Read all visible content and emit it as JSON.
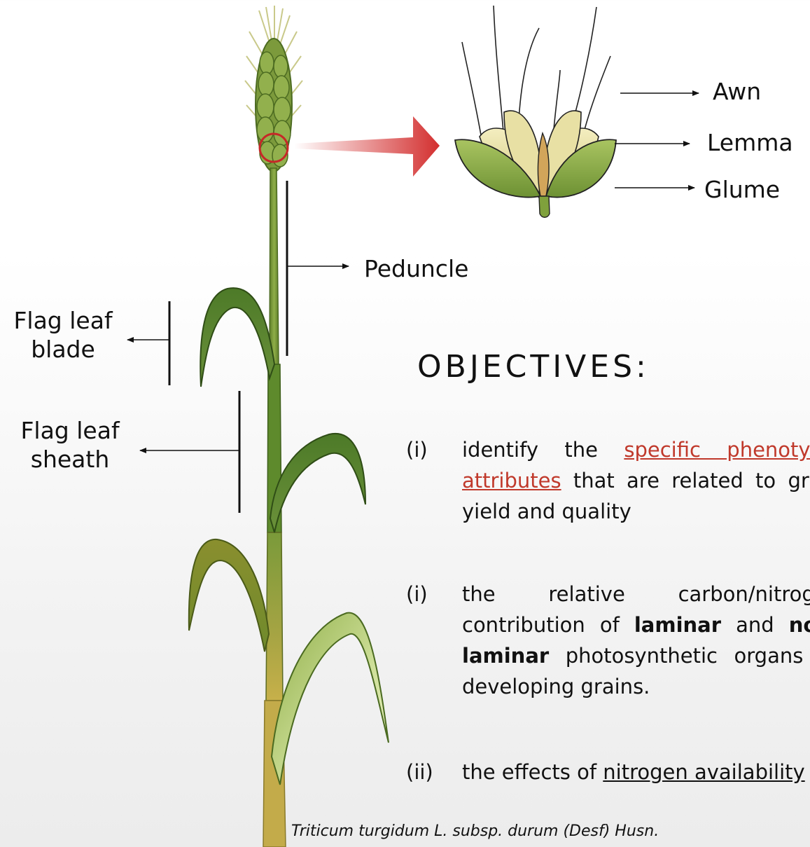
{
  "labels": {
    "awn": "Awn",
    "lemma": "Lemma",
    "glume": "Glume",
    "peduncle": "Peduncle",
    "flag_leaf_blade": [
      "Flag leaf",
      "blade"
    ],
    "flag_leaf_sheath": [
      "Flag leaf",
      "sheath"
    ]
  },
  "objectives": {
    "title": "OBJECTIVES:",
    "items": [
      {
        "num": "(i)",
        "parts": [
          {
            "text": "identify the ",
            "style": "plain"
          },
          {
            "text": "specific phenotypic attributes",
            "style": "highlight"
          },
          {
            "text": " that are related to grain yield and quality",
            "style": "plain"
          }
        ]
      },
      {
        "num": "(i)",
        "parts": [
          {
            "text": "the relative carbon/nitrogen contribution of ",
            "style": "plain"
          },
          {
            "text": "laminar",
            "style": "bold"
          },
          {
            "text": " and ",
            "style": "plain"
          },
          {
            "text": "non-laminar",
            "style": "bold"
          },
          {
            "text": " photosynthetic organs to developing grains.",
            "style": "plain"
          }
        ]
      },
      {
        "num": "(ii)",
        "parts": [
          {
            "text": "the effects of ",
            "style": "plain"
          },
          {
            "text": "nitrogen availability",
            "style": "underline"
          }
        ]
      }
    ]
  },
  "species": "Triticum turgidum L. subsp. durum (Desf) Husn.",
  "colors": {
    "stem": "#7a9a3a",
    "leaf_dark": "#4f7a2b",
    "leaf_light": "#c9c77a",
    "arrow_red": "#d32f2f",
    "circle_red": "#c62828"
  }
}
